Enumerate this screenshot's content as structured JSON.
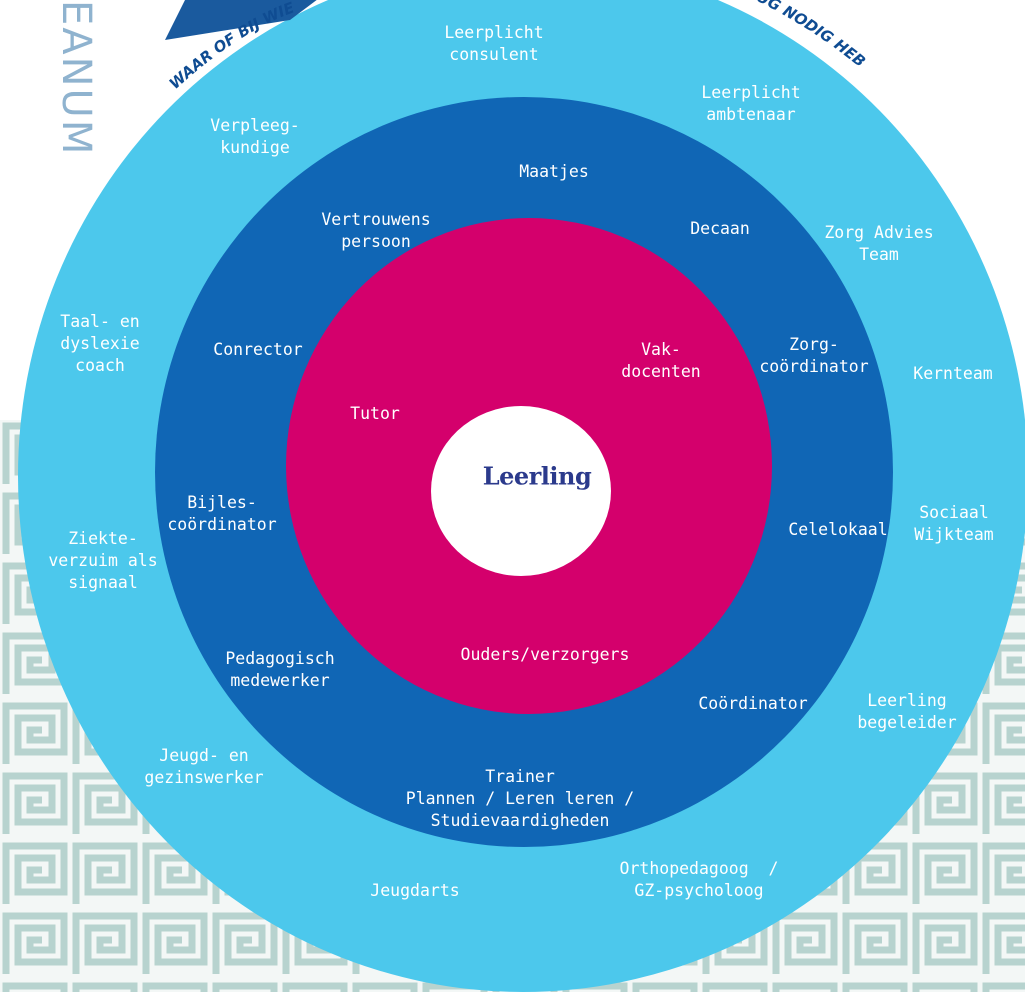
{
  "logo": {
    "text": "EANUM"
  },
  "arc_text": {
    "left": "WAAR OF BIJ WIE",
    "right": "RUG NODIG HEB"
  },
  "center": "Leerling",
  "inner_ring": [
    "Vak-\ndocenten",
    "Tutor",
    "Ouders/verzorgers"
  ],
  "middle_ring": [
    "Maatjes",
    "Vertrouwens\npersoon",
    "Decaan",
    "Conrector",
    "Zorg-\ncoördinator",
    "Bijles-\ncoördinator",
    "Celelokaal",
    "Pedagogisch\nmedewerker",
    "Coördinator",
    "Trainer\nPlannen / Leren leren /\nStudievaardigheden"
  ],
  "outer_ring": [
    "Leerplicht\nconsulent",
    "Leerplicht\nambtenaar",
    "Verpleeg-\nkundige",
    "Zorg Advies\nTeam",
    "Taal- en\ndyslexie\ncoach",
    "Kernteam",
    "Sociaal\nWijkteam",
    "Ziekte-\nverzuim als\nsignaal",
    "Leerling\nbegeleider",
    "Jeugd- en\ngezinswerker",
    "Orthopedagoog  /\nGZ-psycholoog",
    "Jeugdarts"
  ],
  "colors": {
    "outer": "#4cc8ec",
    "middle": "#1066b5",
    "inner": "#d4006c",
    "core": "#ffffff",
    "center_text": "#2b3a8c"
  }
}
